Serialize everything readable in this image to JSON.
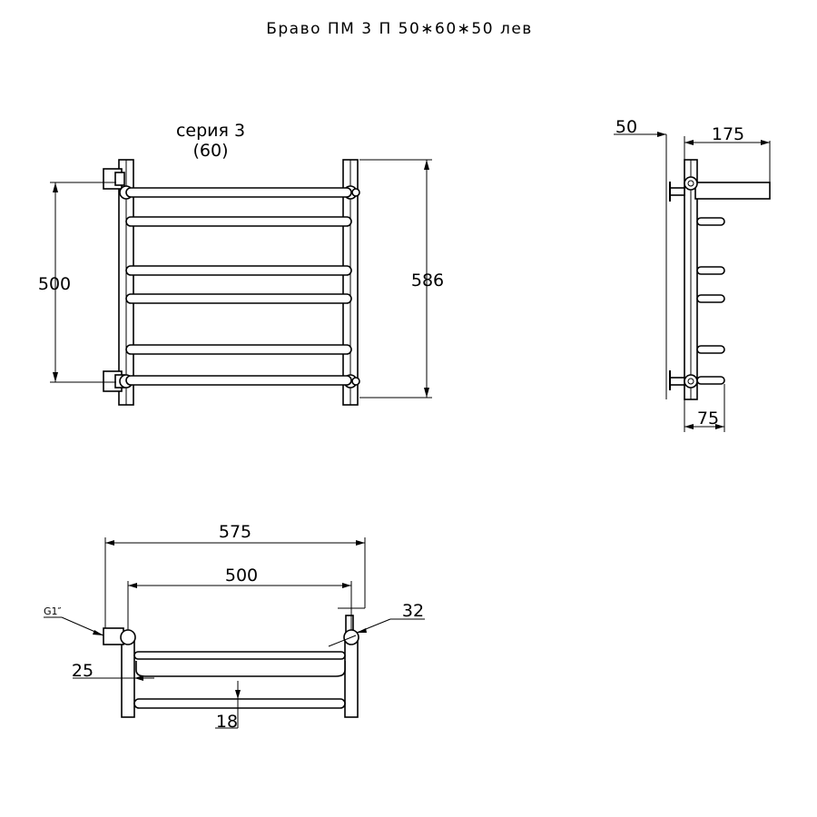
{
  "title": "Браво ПМ 3 П 50∗60∗50 лев",
  "front_view": {
    "series_line1": "серия 3",
    "series_line2": "(60)",
    "dim_center_height": "500",
    "dim_total_height": "586"
  },
  "side_view": {
    "dim_wall_offset": "50",
    "dim_depth": "175",
    "dim_bottom": "75"
  },
  "top_view": {
    "dim_total_width": "575",
    "dim_center_width": "500",
    "dim_thread": "G1″",
    "dim_pipe": "32",
    "dim_offset": "25",
    "dim_rail": "18"
  }
}
